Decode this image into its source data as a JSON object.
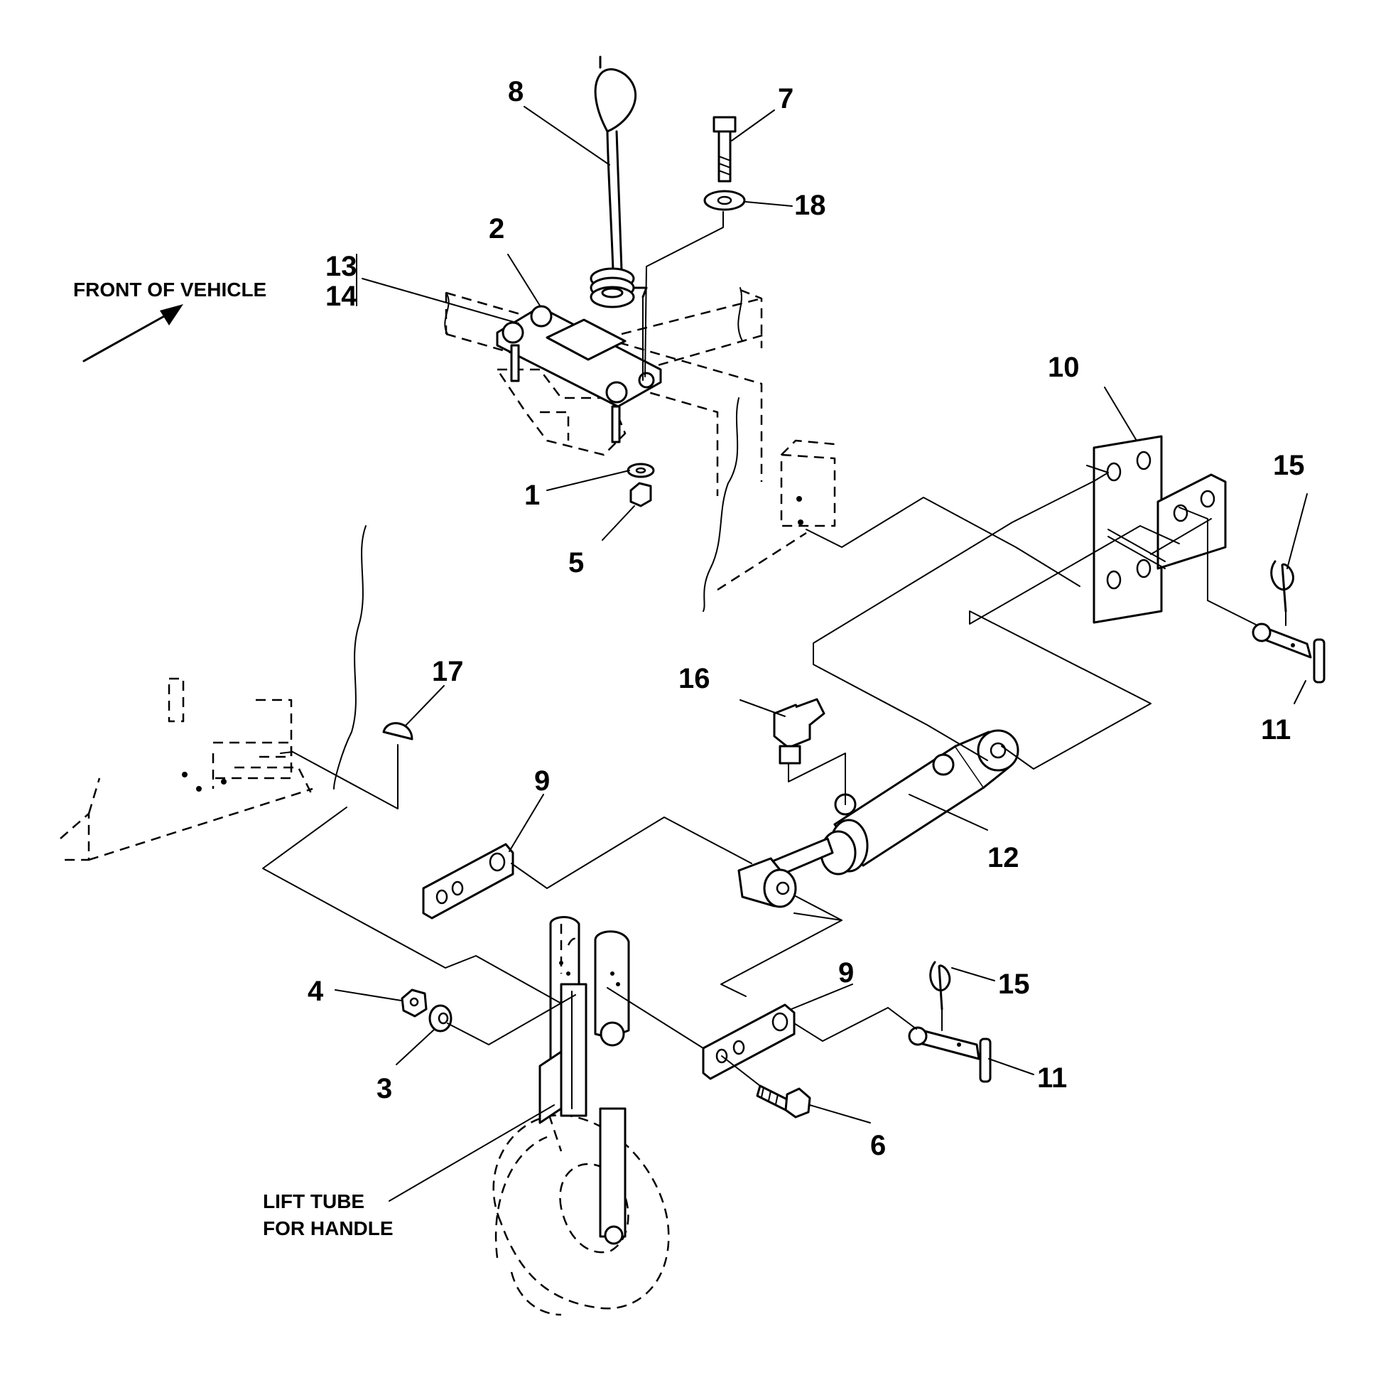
{
  "labels": {
    "front_of_vehicle": "FRONT OF VEHICLE",
    "lift_tube_line1": "LIFT TUBE",
    "lift_tube_line2": "FOR HANDLE",
    "callouts": {
      "c1": "1",
      "c2": "2",
      "c3": "3",
      "c4": "4",
      "c5": "5",
      "c6": "6",
      "c7": "7",
      "c8": "8",
      "c9a": "9",
      "c9b": "9",
      "c10": "10",
      "c11a": "11",
      "c11b": "11",
      "c12": "12",
      "c13": "13",
      "c14": "14",
      "c15a": "15",
      "c15b": "15",
      "c16": "16",
      "c17": "17",
      "c18": "18"
    }
  }
}
